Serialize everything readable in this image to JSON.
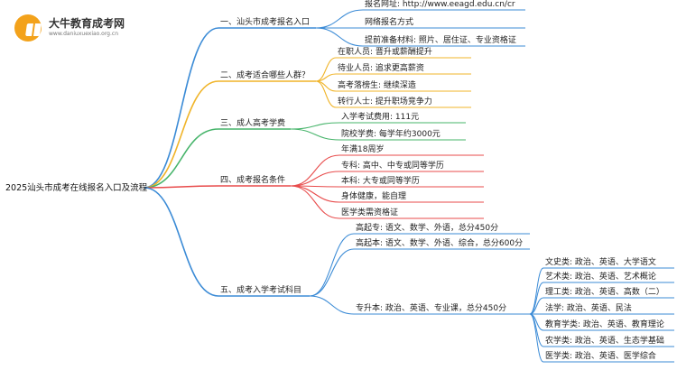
{
  "logo": {
    "title": "大牛教育成考网",
    "subtitle": "www.daniuxuexiao.org.cn",
    "icon": "book-icon"
  },
  "root": "2025汕头市成考在线报名入口及流程",
  "colors": {
    "blue": "#3b8bd6",
    "orange": "#f0b429",
    "green": "#46b46a",
    "red": "#e84b4b",
    "purple": "#7b5bd6"
  },
  "branches": [
    {
      "label": "一、汕头市成考报名入口",
      "color": "blue",
      "children": [
        {
          "label": "报名网址: http://www.eeagd.edu.cn/cr"
        },
        {
          "label": "网络报名方式"
        },
        {
          "label": "提前准备材料: 照片、居住证、专业资格证"
        }
      ]
    },
    {
      "label": "二、成考适合哪些人群？",
      "color": "orange",
      "children": [
        {
          "label": "在职人员: 晋升或薪酬提升"
        },
        {
          "label": "待业人员: 追求更高薪资"
        },
        {
          "label": "高考落榜生: 继续深造"
        },
        {
          "label": "转行人士: 提升职场竞争力"
        }
      ]
    },
    {
      "label": "三、成人高考学费",
      "color": "green",
      "children": [
        {
          "label": "入学考试费用: 111元"
        },
        {
          "label": "院校学费: 每学年约3000元"
        }
      ]
    },
    {
      "label": "四、成考报名条件",
      "color": "red",
      "children": [
        {
          "label": "年满18周岁"
        },
        {
          "label": "专科: 高中、中专或同等学历"
        },
        {
          "label": "本科: 大专或同等学历"
        },
        {
          "label": "身体健康，能自理"
        },
        {
          "label": "医学类需资格证"
        }
      ]
    },
    {
      "label": "五、成考入学考试科目",
      "color": "blue",
      "children": [
        {
          "label": "高起专: 语文、数学、外语，总分450分"
        },
        {
          "label": "高起本: 语文、数学、外语、综合，总分600分"
        },
        {
          "label": "专升本: 政治、英语、专业课，总分450分",
          "children": [
            {
              "label": "文史类: 政治、英语、大学语文"
            },
            {
              "label": "艺术类: 政治、英语、艺术概论"
            },
            {
              "label": "理工类: 政治、英语、高数（二）"
            },
            {
              "label": "法学: 政治、英语、民法"
            },
            {
              "label": "教育学类: 政治、英语、教育理论"
            },
            {
              "label": "农学类: 政治、英语、生态学基础"
            },
            {
              "label": "医学类: 政治、英语、医学综合"
            }
          ]
        }
      ]
    }
  ]
}
